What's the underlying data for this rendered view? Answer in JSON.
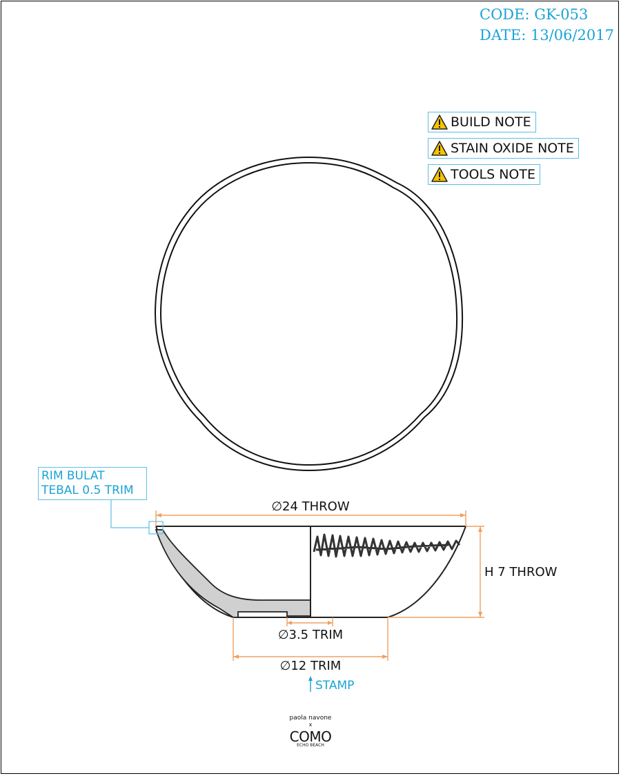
{
  "header": {
    "code": "CODE: GK-053",
    "date": "DATE: 13/06/2017"
  },
  "notes": [
    {
      "label": "BUILD NOTE",
      "icon": "warning-icon"
    },
    {
      "label": "STAIN OXIDE NOTE",
      "icon": "warning-icon"
    },
    {
      "label": "TOOLS NOTE",
      "icon": "warning-icon"
    }
  ],
  "callouts": {
    "rim_line1": "RIM BULAT",
    "rim_line2": "TEBAL 0.5 TRIM",
    "stamp": "STAMP"
  },
  "dimensions": {
    "diameter_top": "∅24 THROW",
    "height": "H 7 THROW",
    "foot_inner": "∅3.5 TRIM",
    "foot_outer": "∅12 TRIM"
  },
  "logo": {
    "line1": "paola navone",
    "line2": "x",
    "brand": "COMO",
    "sub": "ECHO BEACH"
  },
  "colors": {
    "accent_blue": "#1aa3d6",
    "dimension_orange": "#f0a060",
    "section_fill": "#d0d0d0",
    "warning_yellow": "#f5c400"
  }
}
